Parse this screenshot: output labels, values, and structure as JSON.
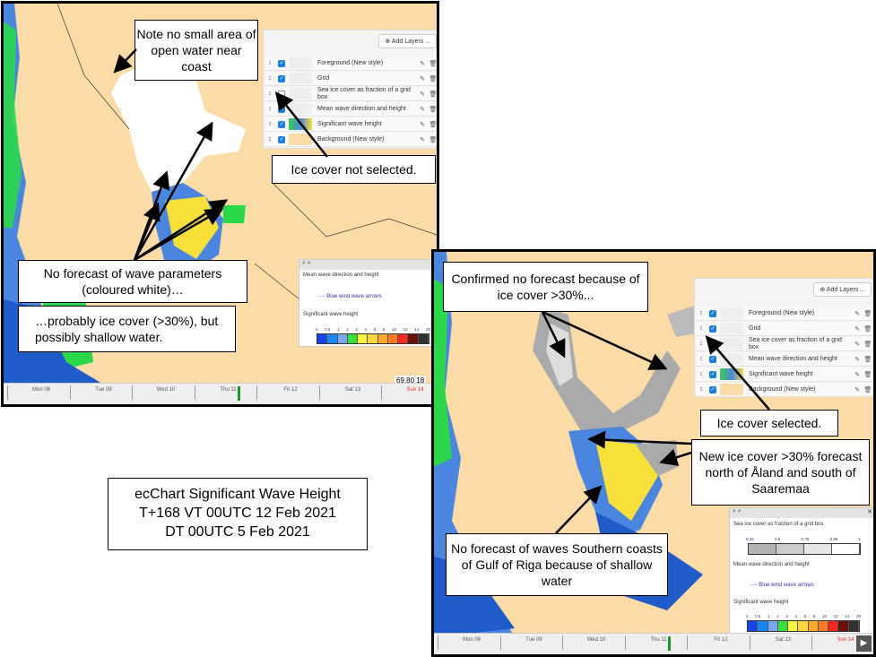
{
  "colors": {
    "sea": "#4a86e0",
    "land": "#fcdca6",
    "ice": "#ffffff",
    "shallow": "#1f5cc9"
  },
  "left": {
    "add_layers": "Add Layers ...",
    "layers": [
      {
        "name": "Foreground (New style)",
        "checked": true
      },
      {
        "name": "Grid",
        "checked": true
      },
      {
        "name": "Sea ice cover as fraction of a grid box",
        "checked": false
      },
      {
        "name": "Mean wave direction and height",
        "checked": true
      },
      {
        "name": "Significant wave height",
        "checked": true
      },
      {
        "name": "Background (New style)",
        "checked": true
      }
    ],
    "legend": {
      "title1": "Mean wave direction and height",
      "arrows": "Blue wind wave arrows",
      "title2": "Significant wave height"
    },
    "coord": "69.80 18",
    "timeline": [
      "Mon 08",
      "Tue 09",
      "Wed 10",
      "Thu 11",
      "Fri 12",
      "Sat 13",
      "Sun 14"
    ]
  },
  "right": {
    "add_layers": "Add Layers ...",
    "layers": [
      {
        "name": "Foreground (New style)",
        "checked": true
      },
      {
        "name": "Grid",
        "checked": true
      },
      {
        "name": "Sea ice cover as fraction of a grid box",
        "checked": true
      },
      {
        "name": "Mean wave direction and height",
        "checked": true
      },
      {
        "name": "Significant wave height",
        "checked": true
      },
      {
        "name": "Background (New style)",
        "checked": true
      }
    ],
    "legend": {
      "title0": "Sea ice cover as fraction of a grid box",
      "ice_ticks": [
        "0.25",
        "0.5",
        "0.75",
        "0.99",
        "1"
      ],
      "title1": "Mean wave direction and height",
      "arrows": "Blue wind wave arrows",
      "title2": "Significant wave height"
    },
    "timeline": [
      "Mon 08",
      "Tue 09",
      "Wed 10",
      "Thu 11",
      "Fri 12",
      "Sat 13",
      "Sun 14"
    ]
  },
  "wave_ticks": [
    "0",
    "0.5",
    "1",
    "2",
    "3",
    "4",
    "6",
    "8",
    "10",
    "12",
    "14",
    "20"
  ],
  "wave_colors": [
    "#1644e8",
    "#1a86f0",
    "#78a8f4",
    "#3ae03a",
    "#f8f83a",
    "#fcd83a",
    "#fca830",
    "#fc7a20",
    "#f42a20",
    "#6a1008",
    "#303030"
  ],
  "ice_colors": [
    "#b4b4b4",
    "#cccccc",
    "#e6e6e6",
    "#ffffff"
  ],
  "notes": {
    "no_small_area": "Note no small area of open water near coast",
    "ice_not_selected": "Ice cover not selected.",
    "no_forecast_wave": "No forecast of wave parameters (coloured white)…",
    "probably_ice": "…probably ice cover (>30%), but possibly shallow water.",
    "confirmed": "Confirmed no forecast because of ice cover >30%...",
    "ice_selected": "Ice cover selected.",
    "new_ice": "New ice cover >30% forecast north of Åland and south of Saaremaa",
    "no_waves_riga": "No forecast of waves Southern coasts of Gulf of Riga because of shallow water"
  },
  "caption": {
    "line1": "ecChart Significant Wave Height",
    "line2": "T+168 VT 00UTC 12 Feb 2021",
    "line3": "DT 00UTC 5 Feb 2021"
  }
}
